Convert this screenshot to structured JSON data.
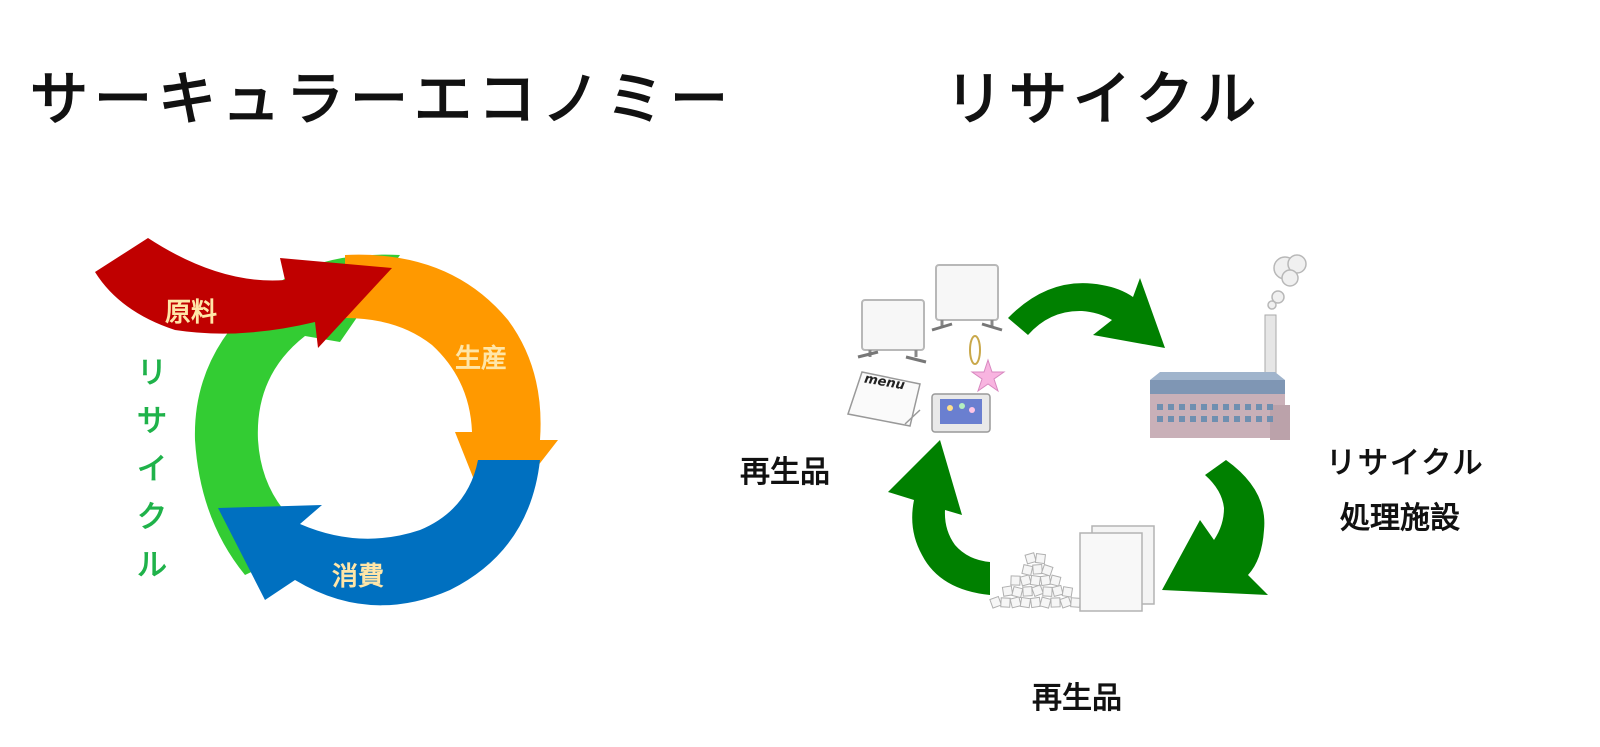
{
  "titles": {
    "circular_economy": "サーキュラーエコノミー",
    "recycle": "リサイクル"
  },
  "circular_diagram": {
    "raw_material": "原料",
    "production": "生産",
    "consumption": "消費",
    "recycle_vertical": "リサイクル",
    "colors": {
      "raw_material": "#c00000",
      "production": "#ff9900",
      "consumption": "#0070c0",
      "recycle": "#33cc33",
      "label_cream": "#ffe6a8",
      "recycle_text": "#1fb24a"
    }
  },
  "recycle_diagram": {
    "recycled_products_left": "再生品",
    "recycled_products_bottom": "再生品",
    "facility_line1": "リサイクル",
    "facility_line2": "処理施設",
    "menu_text": "menu",
    "arrow_color": "#008000",
    "icons": [
      "partition-panel-icon",
      "menu-stand-icon",
      "star-charm-icon",
      "photo-frame-icon",
      "factory-icon",
      "smoke-icon",
      "pellet-pile-icon",
      "plastic-sheets-icon"
    ]
  }
}
